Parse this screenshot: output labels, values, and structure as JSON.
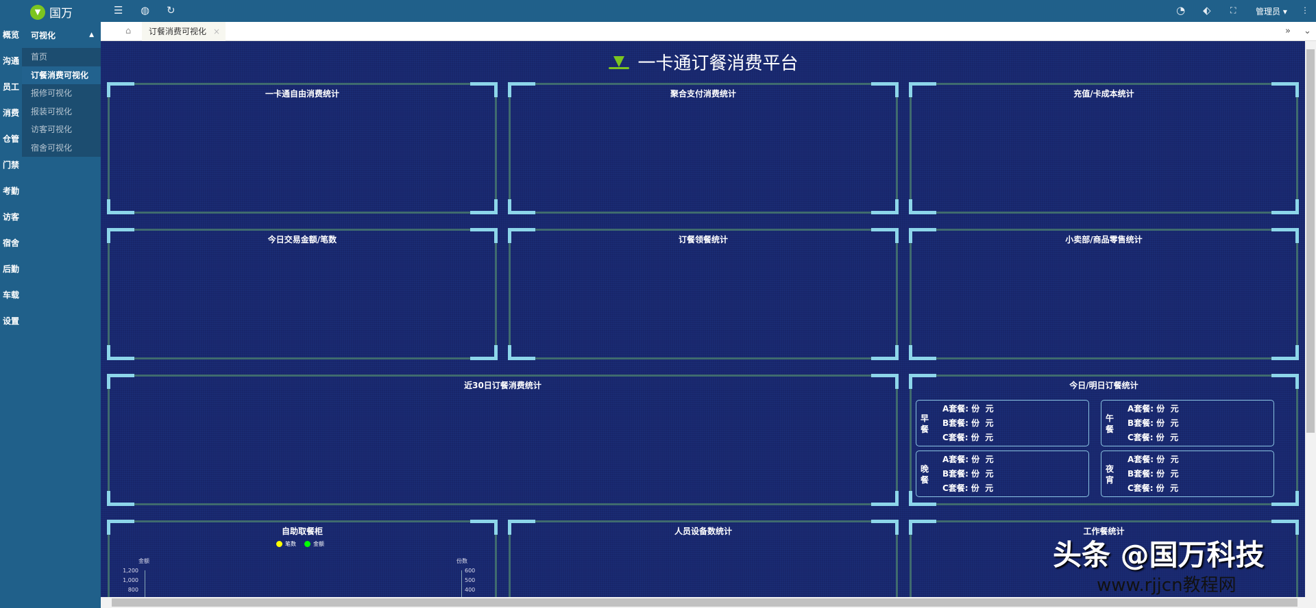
{
  "app": {
    "logo_text": "国万",
    "logo_icon": "gw-logo-icon",
    "user": "管理员 ▾"
  },
  "topbar_icons": [
    "menu-toggle-icon",
    "globe-icon",
    "refresh-icon",
    "palette-icon",
    "tag-icon",
    "fullscreen-icon",
    "more-icon"
  ],
  "rail": [
    "概览",
    "沟通",
    "员工",
    "消费",
    "仓管",
    "门禁",
    "考勤",
    "访客",
    "宿舍",
    "后勤",
    "车载",
    "设置"
  ],
  "menu": {
    "header": "可视化",
    "items": [
      "首页",
      "订餐消费可视化",
      "报修可视化",
      "报装可视化",
      "访客可视化",
      "宿舍可视化"
    ],
    "active": 1
  },
  "tabs": [
    {
      "label": "订餐消费可视化"
    }
  ],
  "page": {
    "title": "一卡通订餐消费平台"
  },
  "panels": [
    "一卡通自由消费统计",
    "聚合支付消费统计",
    "充值/卡成本统计",
    "今日交易金额/笔数",
    "订餐领餐统计",
    "小卖部/商品零售统计",
    "近30日订餐消费统计",
    "今日/明日订餐统计",
    "自助取餐柜",
    "人员设备数统计",
    "工作餐统计"
  ],
  "meals": [
    {
      "name": "早餐",
      "lines": [
        "A套餐: 份  元",
        "B套餐: 份  元",
        "C套餐: 份  元"
      ]
    },
    {
      "name": "午餐",
      "lines": [
        "A套餐: 份  元",
        "B套餐: 份  元",
        "C套餐: 份  元"
      ]
    },
    {
      "name": "晚餐",
      "lines": [
        "A套餐: 份  元",
        "B套餐: 份  元",
        "C套餐: 份  元"
      ]
    },
    {
      "name": "夜宵",
      "lines": [
        "A套餐: 份  元",
        "B套餐: 份  元",
        "C套餐: 份  元"
      ]
    }
  ],
  "chart_data": {
    "type": "bar",
    "title": "自助取餐柜",
    "legend": [
      {
        "name": "笔数",
        "color": "#ffff00"
      },
      {
        "name": "金额",
        "color": "#00ff00"
      }
    ],
    "ylabel_left": "金额",
    "ylabel_right": "份数",
    "left_ticks": [
      "1,200",
      "1,000",
      "800"
    ],
    "right_ticks": [
      "600",
      "500",
      "400"
    ],
    "series": []
  },
  "watermark": {
    "line1": "头条 @国万科技",
    "line2": "www.rjjcn教程网"
  }
}
